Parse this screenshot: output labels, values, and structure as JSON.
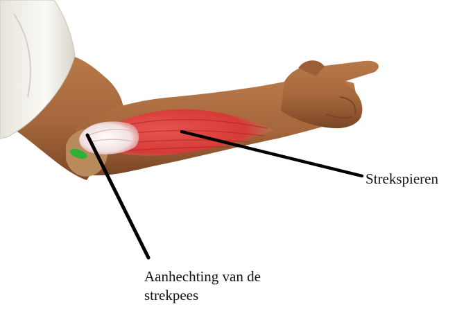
{
  "labels": {
    "muscle": "Strekspieren",
    "tendon_line1": "Aanhechting van de",
    "tendon_line2": "strekpees"
  },
  "colors": {
    "skin": "#a86b3f",
    "skin_shadow": "#7e4a28",
    "sleeve": "#f3f1ea",
    "muscle": "#d93f3a",
    "tendon": "#f4f1f2",
    "epicondyle": "#2fae3a",
    "leader_line": "#000000"
  }
}
